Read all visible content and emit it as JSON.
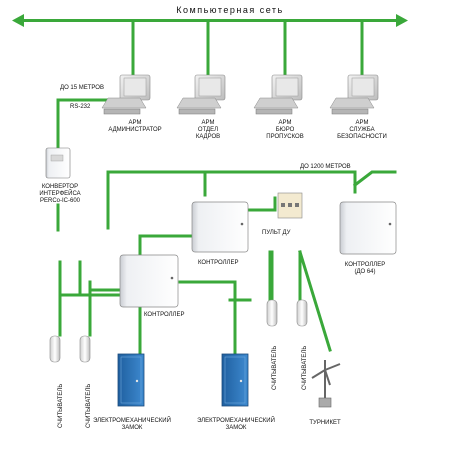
{
  "network_title": "Компьютерная  сеть",
  "workstations": [
    {
      "label": "АРМ\nАДМИНИСТРАТОР"
    },
    {
      "label": "АРМ\nОТДЕЛ\nКАДРОВ"
    },
    {
      "label": "АРМ\nБЮРО\nПРОПУСКОВ"
    },
    {
      "label": "АРМ\nСЛУЖБА\nБЕЗОПАСНОСТИ"
    }
  ],
  "distance_15": "ДО 15 МЕТРОВ",
  "rs232": "RS-232",
  "converter_label": "КОНВЕРТОР\nИНТЕРФЕЙСА\nPERCo-IC-600",
  "distance_1200": "ДО 1200 МЕТРОВ",
  "remote_label": "ПУЛЬТ ДУ",
  "controller_label": "КОНТРОЛЛЕР",
  "controller64_label": "КОНТРОЛЛЕР\n(ДО 64)",
  "reader_label": "СЧИТЫВАТЕЛЬ",
  "lock_label": "ЭЛЕКТРОМЕХАНИЧЕСКИЙ\nЗАМОК",
  "turnstile_label": "ТУРНИКЕТ",
  "colors": {
    "line": "#3aa83a",
    "door": "#2f74b5",
    "wire": "#555555"
  }
}
